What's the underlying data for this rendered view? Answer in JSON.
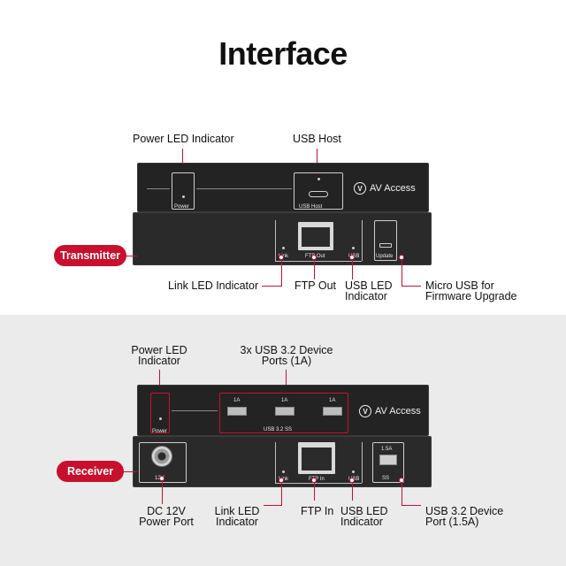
{
  "title": "Interface",
  "transmitter": {
    "badge": "Transmitter",
    "labels": {
      "power_led": "Power LED Indicator",
      "usb_host": "USB Host",
      "link_led": "Link LED Indicator",
      "ftp_out": "FTP Out",
      "usb_led_line1": "USB LED",
      "usb_led_line2": "Indicator",
      "micro_usb_line1": "Micro USB for",
      "micro_usb_line2": "Firmware Upgrade"
    },
    "silkscreen": {
      "power": "Power",
      "usb_host": "USB Host",
      "link": "Link",
      "ftp_out": "FTP Out",
      "usb": "USB",
      "update": "Update",
      "brand": "AV Access"
    }
  },
  "receiver": {
    "badge": "Receiver",
    "labels": {
      "power_led_line1": "Power LED",
      "power_led_line2": "Indicator",
      "usb_ports_line1": "3x USB 3.2 Device",
      "usb_ports_line2": "Ports (1A)",
      "dc_line1": "DC 12V",
      "dc_line2": "Power Port",
      "link_led_line1": "Link LED",
      "link_led_line2": "Indicator",
      "ftp_in": "FTP In",
      "usb_led_line1": "USB LED",
      "usb_led_line2": "Indicator",
      "usb_dev_line1": "USB 3.2 Device",
      "usb_dev_line2": "Port (1.5A)"
    },
    "silkscreen": {
      "power": "Power",
      "port1": "1A",
      "port2": "1A",
      "port3": "1A",
      "usb_group": "USB 3.2 SS",
      "brand": "AV Access",
      "dc": "12V",
      "link": "Link",
      "ftp_in": "FTP In",
      "usb": "USB",
      "front_port": "1.5A",
      "front_usb": "SS"
    }
  },
  "colors": {
    "accent": "#c8102e",
    "device": "#232323",
    "background_bottom": "#ebebeb"
  }
}
